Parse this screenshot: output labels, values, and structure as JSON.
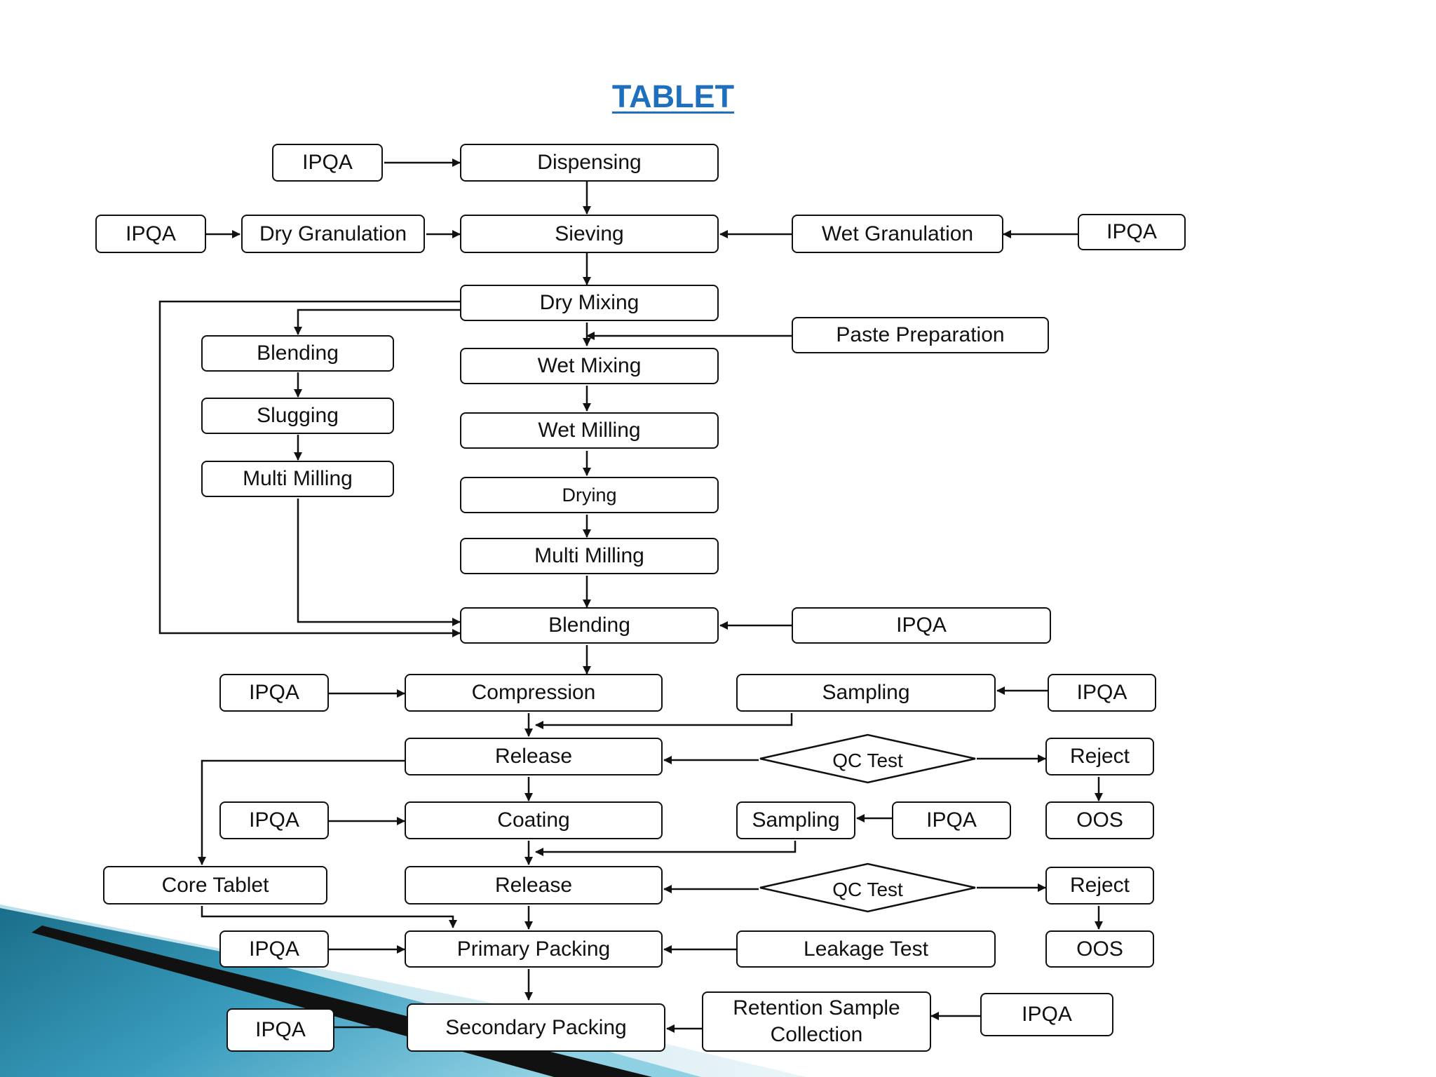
{
  "title": "TABLET",
  "colors": {
    "title": "#1f6fbf",
    "stroke": "#111111",
    "teal_dark": "#1a6f8a",
    "teal_light": "#7ec6dc"
  },
  "nodes": {
    "ipqa_dispensing": "IPQA",
    "dispensing": "Dispensing",
    "ipqa_dry_gran": "IPQA",
    "dry_granulation": "Dry Granulation",
    "sieving": "Sieving",
    "wet_granulation": "Wet Granulation",
    "ipqa_wet_gran": "IPQA",
    "dry_mixing": "Dry Mixing",
    "paste_preparation": "Paste Preparation",
    "blending_dry": "Blending",
    "slugging": "Slugging",
    "multi_milling_dry": "Multi Milling",
    "wet_mixing": "Wet Mixing",
    "wet_milling": "Wet Milling",
    "drying": "Drying",
    "multi_milling_wet": "Multi Milling",
    "blending_main": "Blending",
    "ipqa_blending": "IPQA",
    "ipqa_compression": "IPQA",
    "compression": "Compression",
    "sampling_1": "Sampling",
    "ipqa_sampling_1": "IPQA",
    "release_1": "Release",
    "qc_test_1": "QC Test",
    "reject_1": "Reject",
    "oos_1": "OOS",
    "ipqa_coating": "IPQA",
    "coating": "Coating",
    "sampling_2": "Sampling",
    "ipqa_sampling_2": "IPQA",
    "core_tablet": "Core Tablet",
    "release_2": "Release",
    "qc_test_2": "QC Test",
    "reject_2": "Reject",
    "oos_2": "OOS",
    "ipqa_primary": "IPQA",
    "primary_packing": "Primary Packing",
    "leakage_test": "Leakage Test",
    "ipqa_secondary": "IPQA",
    "secondary_packing": "Secondary Packing",
    "retention_line1": "Retention Sample",
    "retention_line2": "Collection",
    "ipqa_retention": "IPQA"
  }
}
